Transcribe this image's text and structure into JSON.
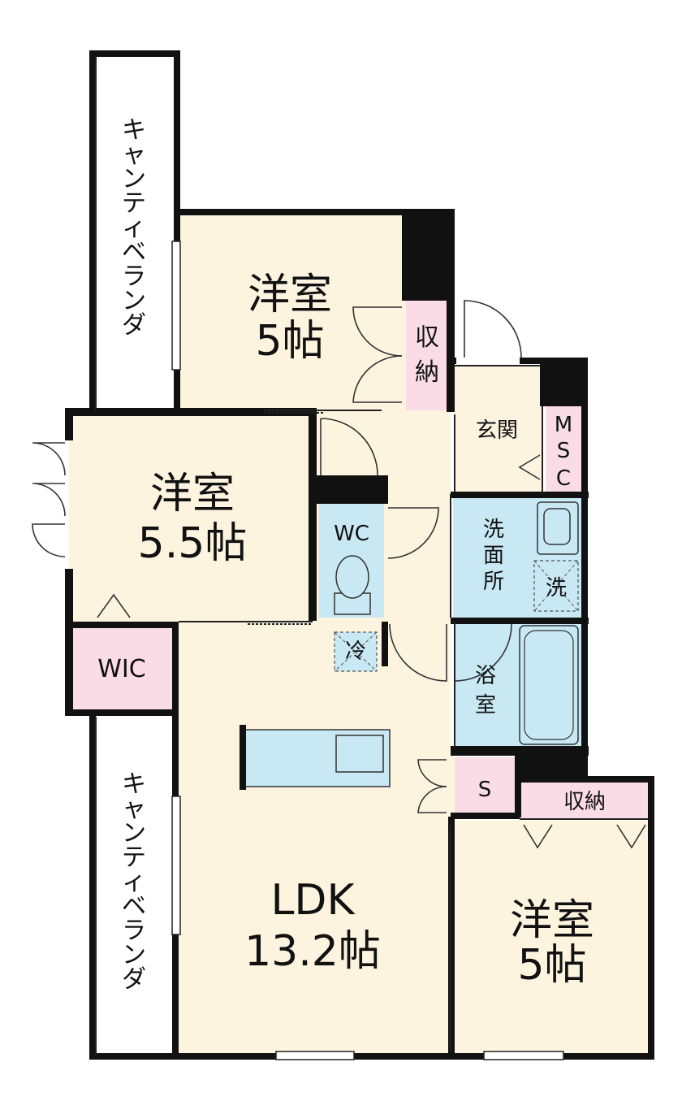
{
  "rooms": {
    "western_top": {
      "name": "洋室",
      "size": "5帖"
    },
    "western_left": {
      "name": "洋室",
      "size": "5.5帖"
    },
    "western_bottom": {
      "name": "洋室",
      "size": "5帖"
    },
    "ldk": {
      "name": "LDK",
      "size": "13.2帖"
    },
    "storage_top": {
      "label": [
        "収",
        "納"
      ]
    },
    "storage_bottom": {
      "label": "収納"
    },
    "entrance": {
      "label": "玄関"
    },
    "msc": {
      "label": [
        "M",
        "S",
        "C"
      ]
    },
    "washroom": {
      "label": [
        "洗",
        "面",
        "所"
      ]
    },
    "washer": {
      "label": "洗"
    },
    "wc": {
      "label": "WC"
    },
    "fridge": {
      "label": "冷"
    },
    "bathroom": {
      "label": [
        "浴",
        "室"
      ]
    },
    "shoe_storage": {
      "label": "S"
    },
    "wic": {
      "label": "WIC"
    },
    "veranda_top": {
      "label": [
        "キ",
        "ャ",
        "ン",
        "テ",
        "ィ",
        "ベ",
        "ラ",
        "ン",
        "ダ"
      ]
    },
    "veranda_bottom": {
      "label": [
        "キ",
        "ャ",
        "ン",
        "テ",
        "ィ",
        "ベ",
        "ラ",
        "ン",
        "ダ"
      ]
    }
  },
  "colors": {
    "room_fill": "#fdf4df",
    "wet_fill": "#c8e8f4",
    "storage_fill": "#f9dce6",
    "wall": "#111111"
  }
}
